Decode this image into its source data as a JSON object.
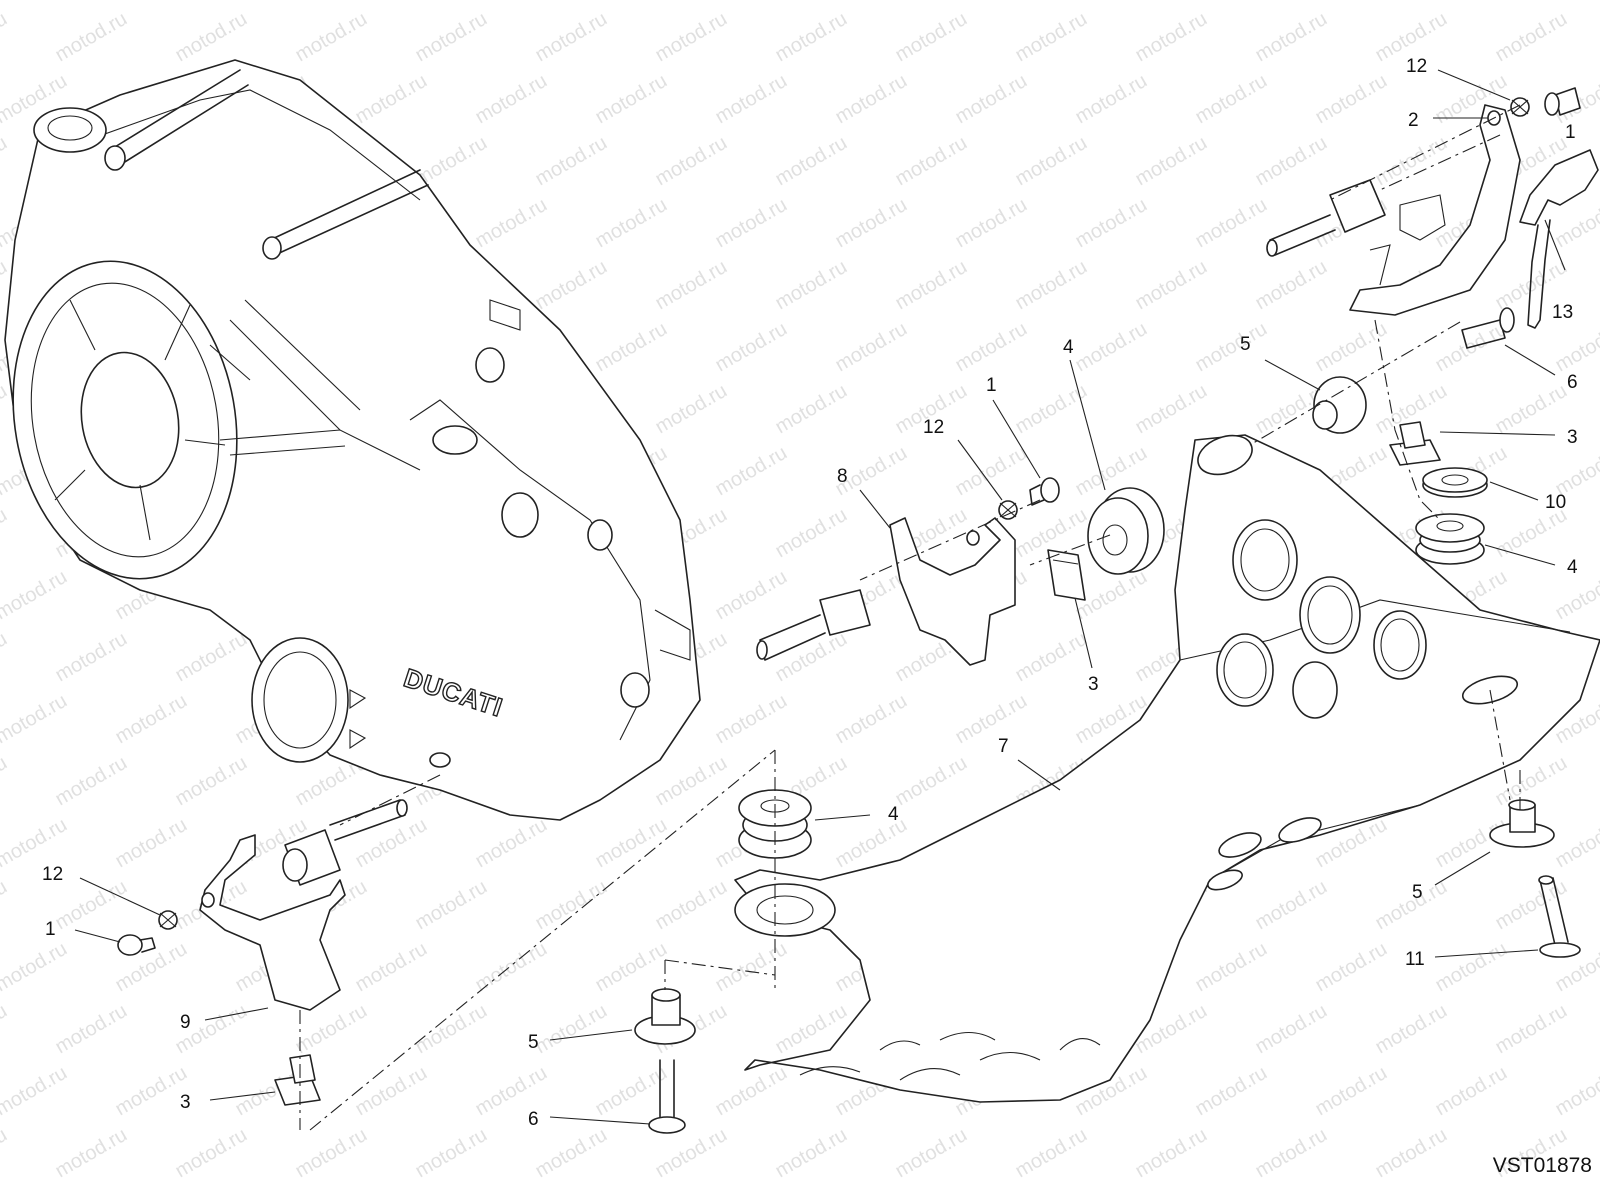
{
  "diagram": {
    "drawing_code": "VST01878",
    "watermark_text": "motod.ru",
    "brand_mark": "DUCATI",
    "callouts": [
      {
        "id": "c-12-top",
        "label": "12"
      },
      {
        "id": "c-1-top",
        "label": "1"
      },
      {
        "id": "c-2",
        "label": "2"
      },
      {
        "id": "c-13",
        "label": "13"
      },
      {
        "id": "c-6-right",
        "label": "6"
      },
      {
        "id": "c-3-right",
        "label": "3"
      },
      {
        "id": "c-10",
        "label": "10"
      },
      {
        "id": "c-4-right",
        "label": "4"
      },
      {
        "id": "c-5-mid",
        "label": "5"
      },
      {
        "id": "c-4-mid",
        "label": "4"
      },
      {
        "id": "c-1-mid",
        "label": "1"
      },
      {
        "id": "c-12-mid",
        "label": "12"
      },
      {
        "id": "c-8",
        "label": "8"
      },
      {
        "id": "c-3-mid",
        "label": "3"
      },
      {
        "id": "c-7",
        "label": "7"
      },
      {
        "id": "c-4-low",
        "label": "4"
      },
      {
        "id": "c-12-left",
        "label": "12"
      },
      {
        "id": "c-1-left",
        "label": "1"
      },
      {
        "id": "c-9",
        "label": "9"
      },
      {
        "id": "c-3-left",
        "label": "3"
      },
      {
        "id": "c-5-low",
        "label": "5"
      },
      {
        "id": "c-6-low",
        "label": "6"
      },
      {
        "id": "c-5-right",
        "label": "5"
      },
      {
        "id": "c-11",
        "label": "11"
      }
    ]
  }
}
